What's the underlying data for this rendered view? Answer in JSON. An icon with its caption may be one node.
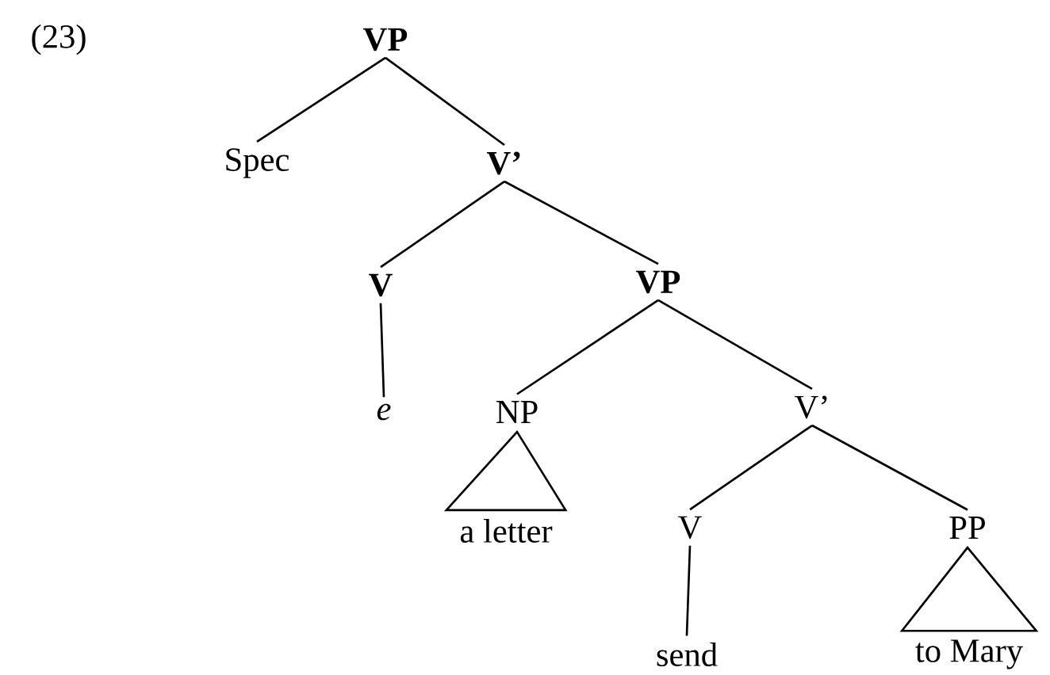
{
  "diagram": {
    "nodes": [
      {
        "text": [
          "VP"
        ]
      },
      {
        "text": [
          "Spec"
        ]
      },
      {
        "text": [
          "V’"
        ]
      },
      {
        "text": [
          "V"
        ]
      },
      {
        "text": [
          "VP"
        ]
      },
      {
        "text": [
          "e"
        ]
      },
      {
        "text": [
          "NP"
        ]
      },
      {
        "text": [
          "V’"
        ]
      },
      {
        "text": [
          "a letter"
        ]
      },
      {
        "text": [
          "V"
        ]
      },
      {
        "text": [
          "PP"
        ]
      },
      {
        "text": [
          "send"
        ]
      },
      {
        "text": [
          "to Mary"
        ]
      }
    ],
    "edges": [
      {
        "from": 0,
        "to": 1,
        "arrow": "none"
      },
      {
        "from": 0,
        "to": 2,
        "arrow": "none"
      },
      {
        "from": 2,
        "to": 3,
        "arrow": "none"
      },
      {
        "from": 2,
        "to": 4,
        "arrow": "none"
      },
      {
        "from": 3,
        "to": 5,
        "arrow": "none"
      },
      {
        "from": 4,
        "to": 6,
        "arrow": "none"
      },
      {
        "from": 4,
        "to": 7,
        "arrow": "none"
      },
      {
        "from": 6,
        "to": 8,
        "arrow": "none"
      },
      {
        "from": 7,
        "to": 9,
        "arrow": "none"
      },
      {
        "from": 7,
        "to": 10,
        "arrow": "none"
      },
      {
        "from": 9,
        "to": 11,
        "arrow": "none"
      },
      {
        "from": 10,
        "to": 12,
        "arrow": "none"
      }
    ],
    "labels": [
      "(23)"
    ]
  }
}
